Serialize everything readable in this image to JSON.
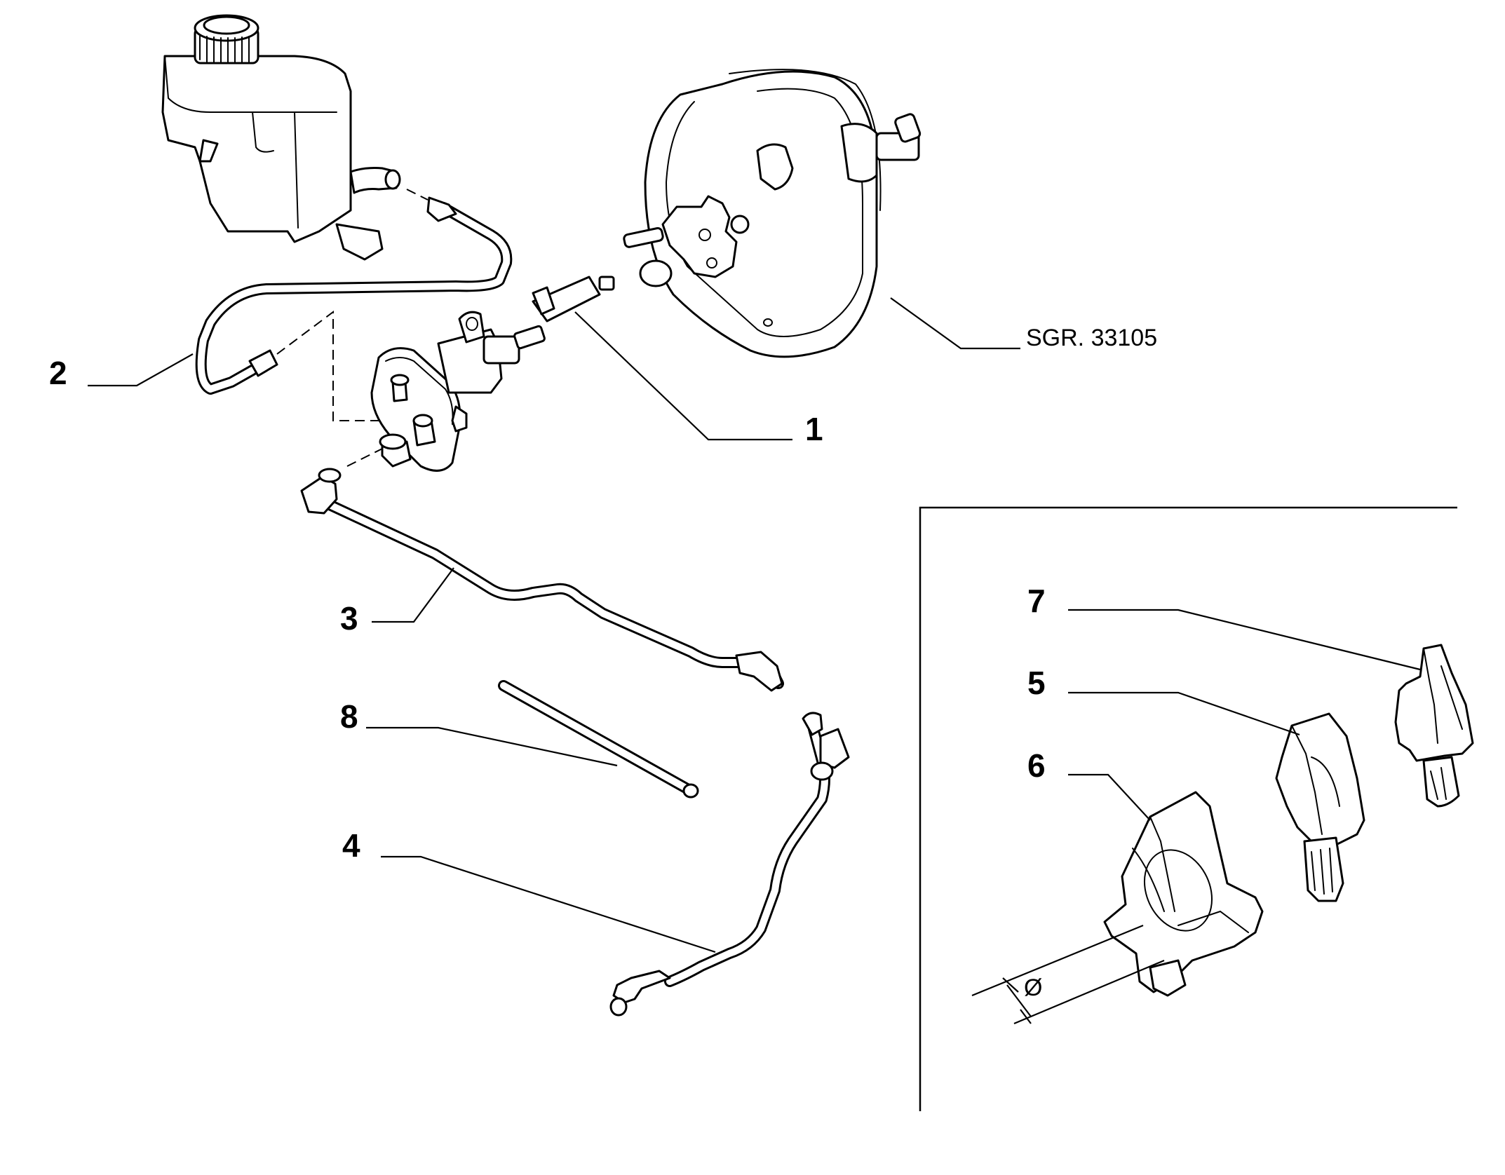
{
  "callouts": [
    {
      "id": "1",
      "label": "1"
    },
    {
      "id": "2",
      "label": "2"
    },
    {
      "id": "3",
      "label": "3"
    },
    {
      "id": "4",
      "label": "4"
    },
    {
      "id": "5",
      "label": "5"
    },
    {
      "id": "6",
      "label": "6"
    },
    {
      "id": "7",
      "label": "7"
    },
    {
      "id": "8",
      "label": "8"
    }
  ],
  "reference": {
    "label": "SGR. 33105"
  },
  "dimension": {
    "symbol": "Ø"
  }
}
